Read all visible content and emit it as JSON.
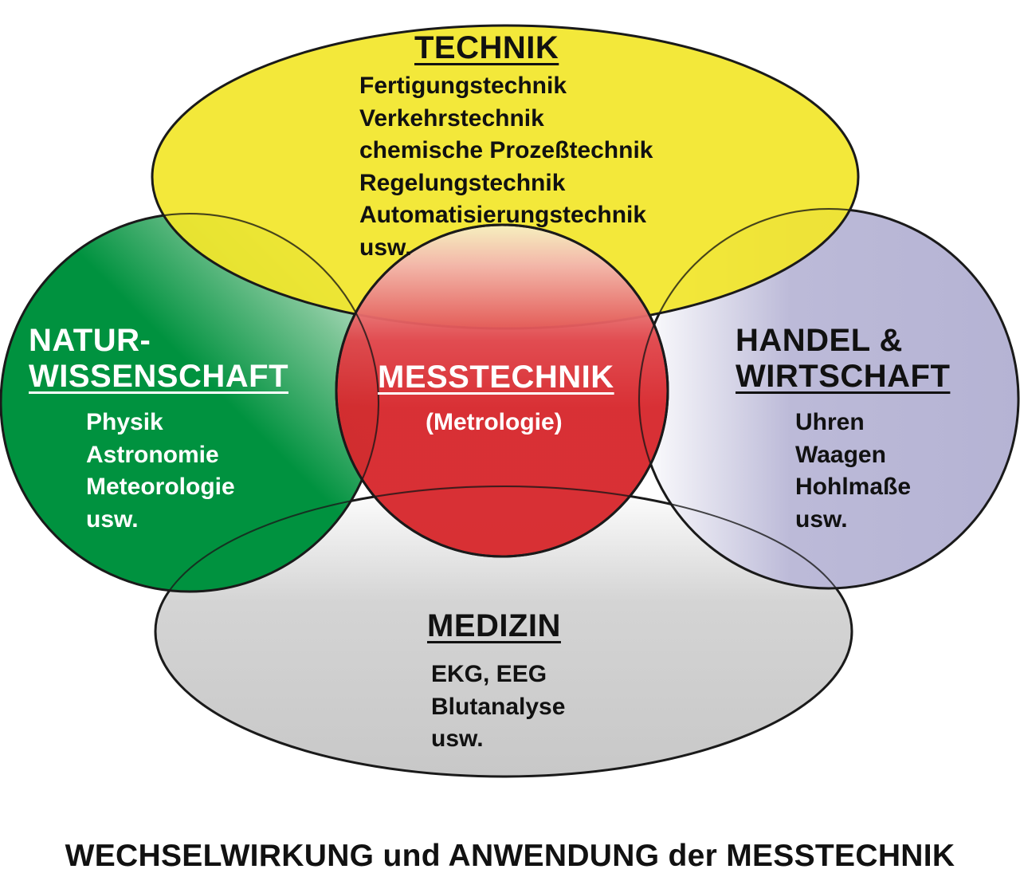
{
  "title": "WECHSELWIRKUNG und ANWENDUNG der MESSTECHNIK",
  "colors": {
    "technik": "#f2e62b",
    "naturwissenschaft": "#00923f",
    "handel": "#b5b3d4",
    "medizin": "#cccccc",
    "messtechnik": "#d7282d",
    "outline": "#1a1a1a"
  },
  "technik": {
    "heading": "TECHNIK",
    "items": [
      "Fertigungstechnik",
      "Verkehrstechnik",
      "chemische Prozeßtechnik",
      "Regelungstechnik",
      "Automatisierungstechnik",
      "usw."
    ]
  },
  "naturwissenschaft": {
    "heading_line1": "NATUR-",
    "heading_line2": "WISSENSCHAFT",
    "items": [
      "Physik",
      "Astronomie",
      "Meteorologie",
      "usw."
    ]
  },
  "messtechnik": {
    "heading": "MESSTECHNIK",
    "subheading": "(Metrologie)"
  },
  "handel": {
    "heading_line1": "HANDEL &",
    "heading_line2": "WIRTSCHAFT",
    "items": [
      "Uhren",
      "Waagen",
      "Hohlmaße",
      "usw."
    ]
  },
  "medizin": {
    "heading": "MEDIZIN",
    "items": [
      "EKG, EEG",
      "Blutanalyse",
      "usw."
    ]
  }
}
